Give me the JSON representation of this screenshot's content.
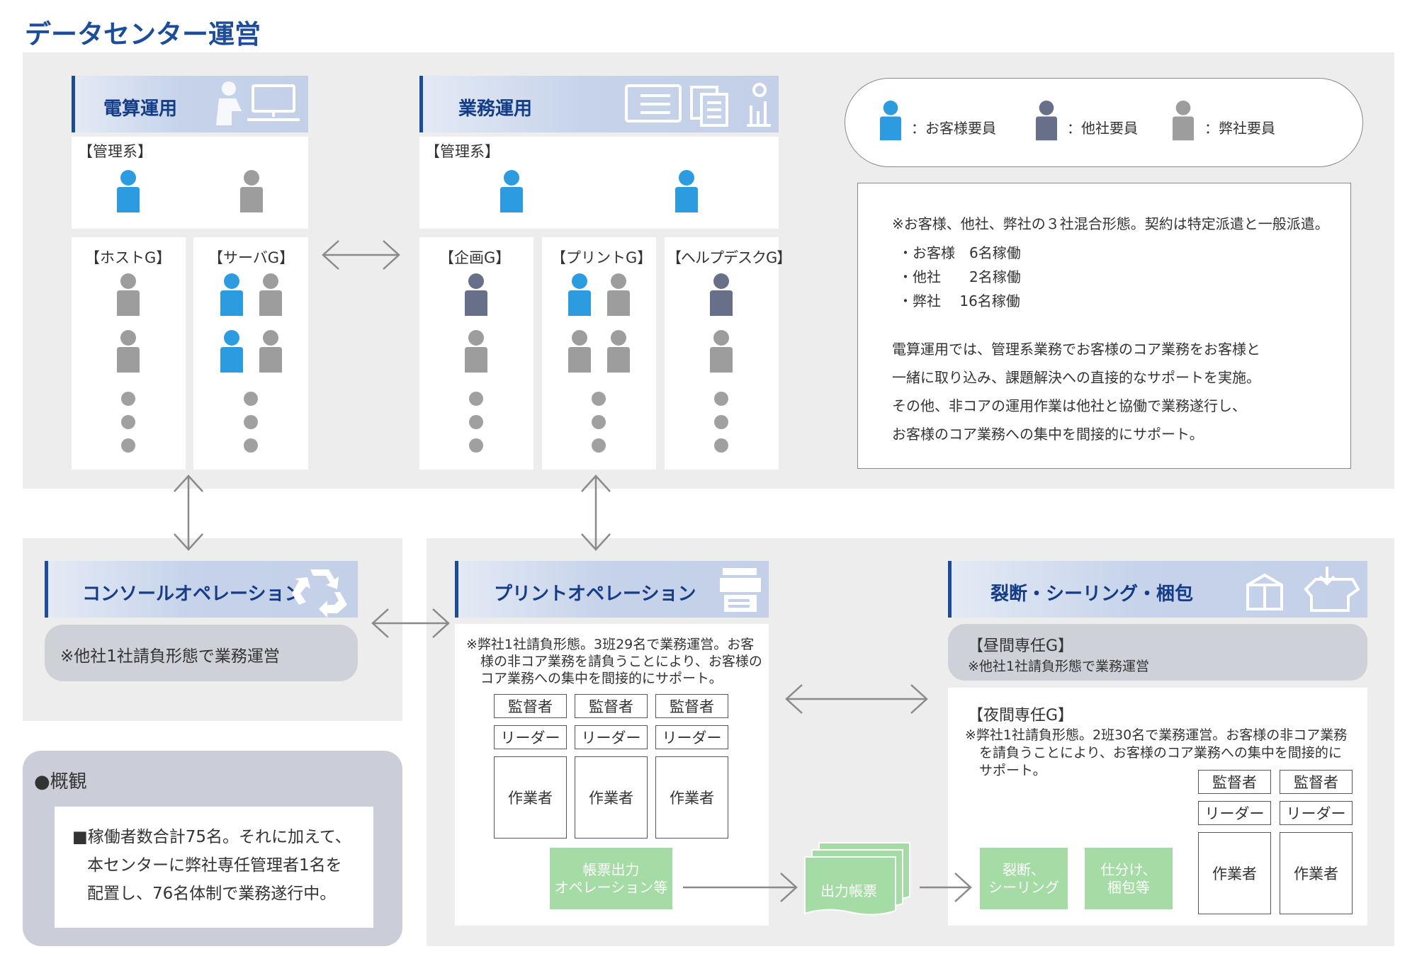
{
  "title": "データセンター運営",
  "colors": {
    "customer": "#2d9be0",
    "other_company": "#687089",
    "our_company": "#9d9d9d",
    "header_text": "#143c87",
    "green_box": "#a5dba4"
  },
  "legend": {
    "customer": "：お客様要員",
    "other_company": "：他社要員",
    "our_company": "：弊社要員"
  },
  "densan": {
    "title": "電算運用",
    "kanri_label": "【管理系】",
    "kanri_people": [
      "customer",
      "our_company"
    ],
    "host_label": "【ホストG】",
    "host_people": [
      [
        "our_company"
      ],
      [
        "our_company"
      ]
    ],
    "server_label": "【サーバG】",
    "server_people": [
      [
        "customer",
        "our_company"
      ],
      [
        "customer",
        "our_company"
      ]
    ]
  },
  "gyomu": {
    "title": "業務運用",
    "kanri_label": "【管理系】",
    "kanri_people": [
      "customer",
      "customer"
    ],
    "kikaku_label": "【企画G】",
    "kikaku_people": [
      [
        "other_company"
      ],
      [
        "our_company"
      ]
    ],
    "print_label": "【プリントG】",
    "print_people": [
      [
        "customer",
        "our_company"
      ],
      [
        "our_company",
        "our_company"
      ]
    ],
    "help_label": "【ヘルプデスクG】",
    "help_people": [
      [
        "other_company"
      ],
      [
        "our_company"
      ]
    ]
  },
  "info": {
    "line1": "※お客様、他社、弊社の３社混合形態。契約は特定派遣と一般派遣。",
    "items": [
      "・お客様　6名稼働",
      "・他社　　2名稼働",
      "・弊社　 16名稼働"
    ],
    "para": [
      "電算運用では、管理系業務でお客様のコア業務をお客様と",
      "一緒に取り込み、課題解決への直接的なサポートを実施。",
      "その他、非コアの運用作業は他社と協働で業務遂行し、",
      "お客様のコア業務への集中を間接的にサポート。"
    ]
  },
  "console": {
    "title": "コンソールオペレーション",
    "note": "※他社1社請負形態で業務運営"
  },
  "print_op": {
    "title": "プリントオペレーション",
    "note": [
      "※弊社1社請負形態。3班29名で業務運営。お客",
      "様の非コア業務を請負うことにより、お客様の",
      "コア業務への集中を間接的にサポート。"
    ],
    "supervisor": "監督者",
    "leader": "リーダー",
    "worker": "作業者",
    "green": [
      "帳票出力",
      "オペレーション等"
    ],
    "output": "出力帳票"
  },
  "cutting": {
    "title": "裂断・シーリング・梱包",
    "day_label": "【昼間専任G】",
    "day_note": "※他社1社請負形態で業務運営",
    "night_label": "【夜間専任G】",
    "night_note": [
      "※弊社1社請負形態。2班30名で業務運営。お客様の非コア業務",
      "を請負うことにより、お客様のコア業務への集中を間接的に",
      "サポート。"
    ],
    "green1": [
      "裂断、",
      "シーリング"
    ],
    "green2": [
      "仕分け、",
      "梱包等"
    ],
    "supervisor": "監督者",
    "leader": "リーダー",
    "worker": "作業者"
  },
  "overview": {
    "title": "●概観",
    "lines": [
      "■稼働者数合計75名。それに加えて、",
      "本センターに弊社専任管理者1名を",
      "配置し、76名体制で業務遂行中。"
    ]
  }
}
